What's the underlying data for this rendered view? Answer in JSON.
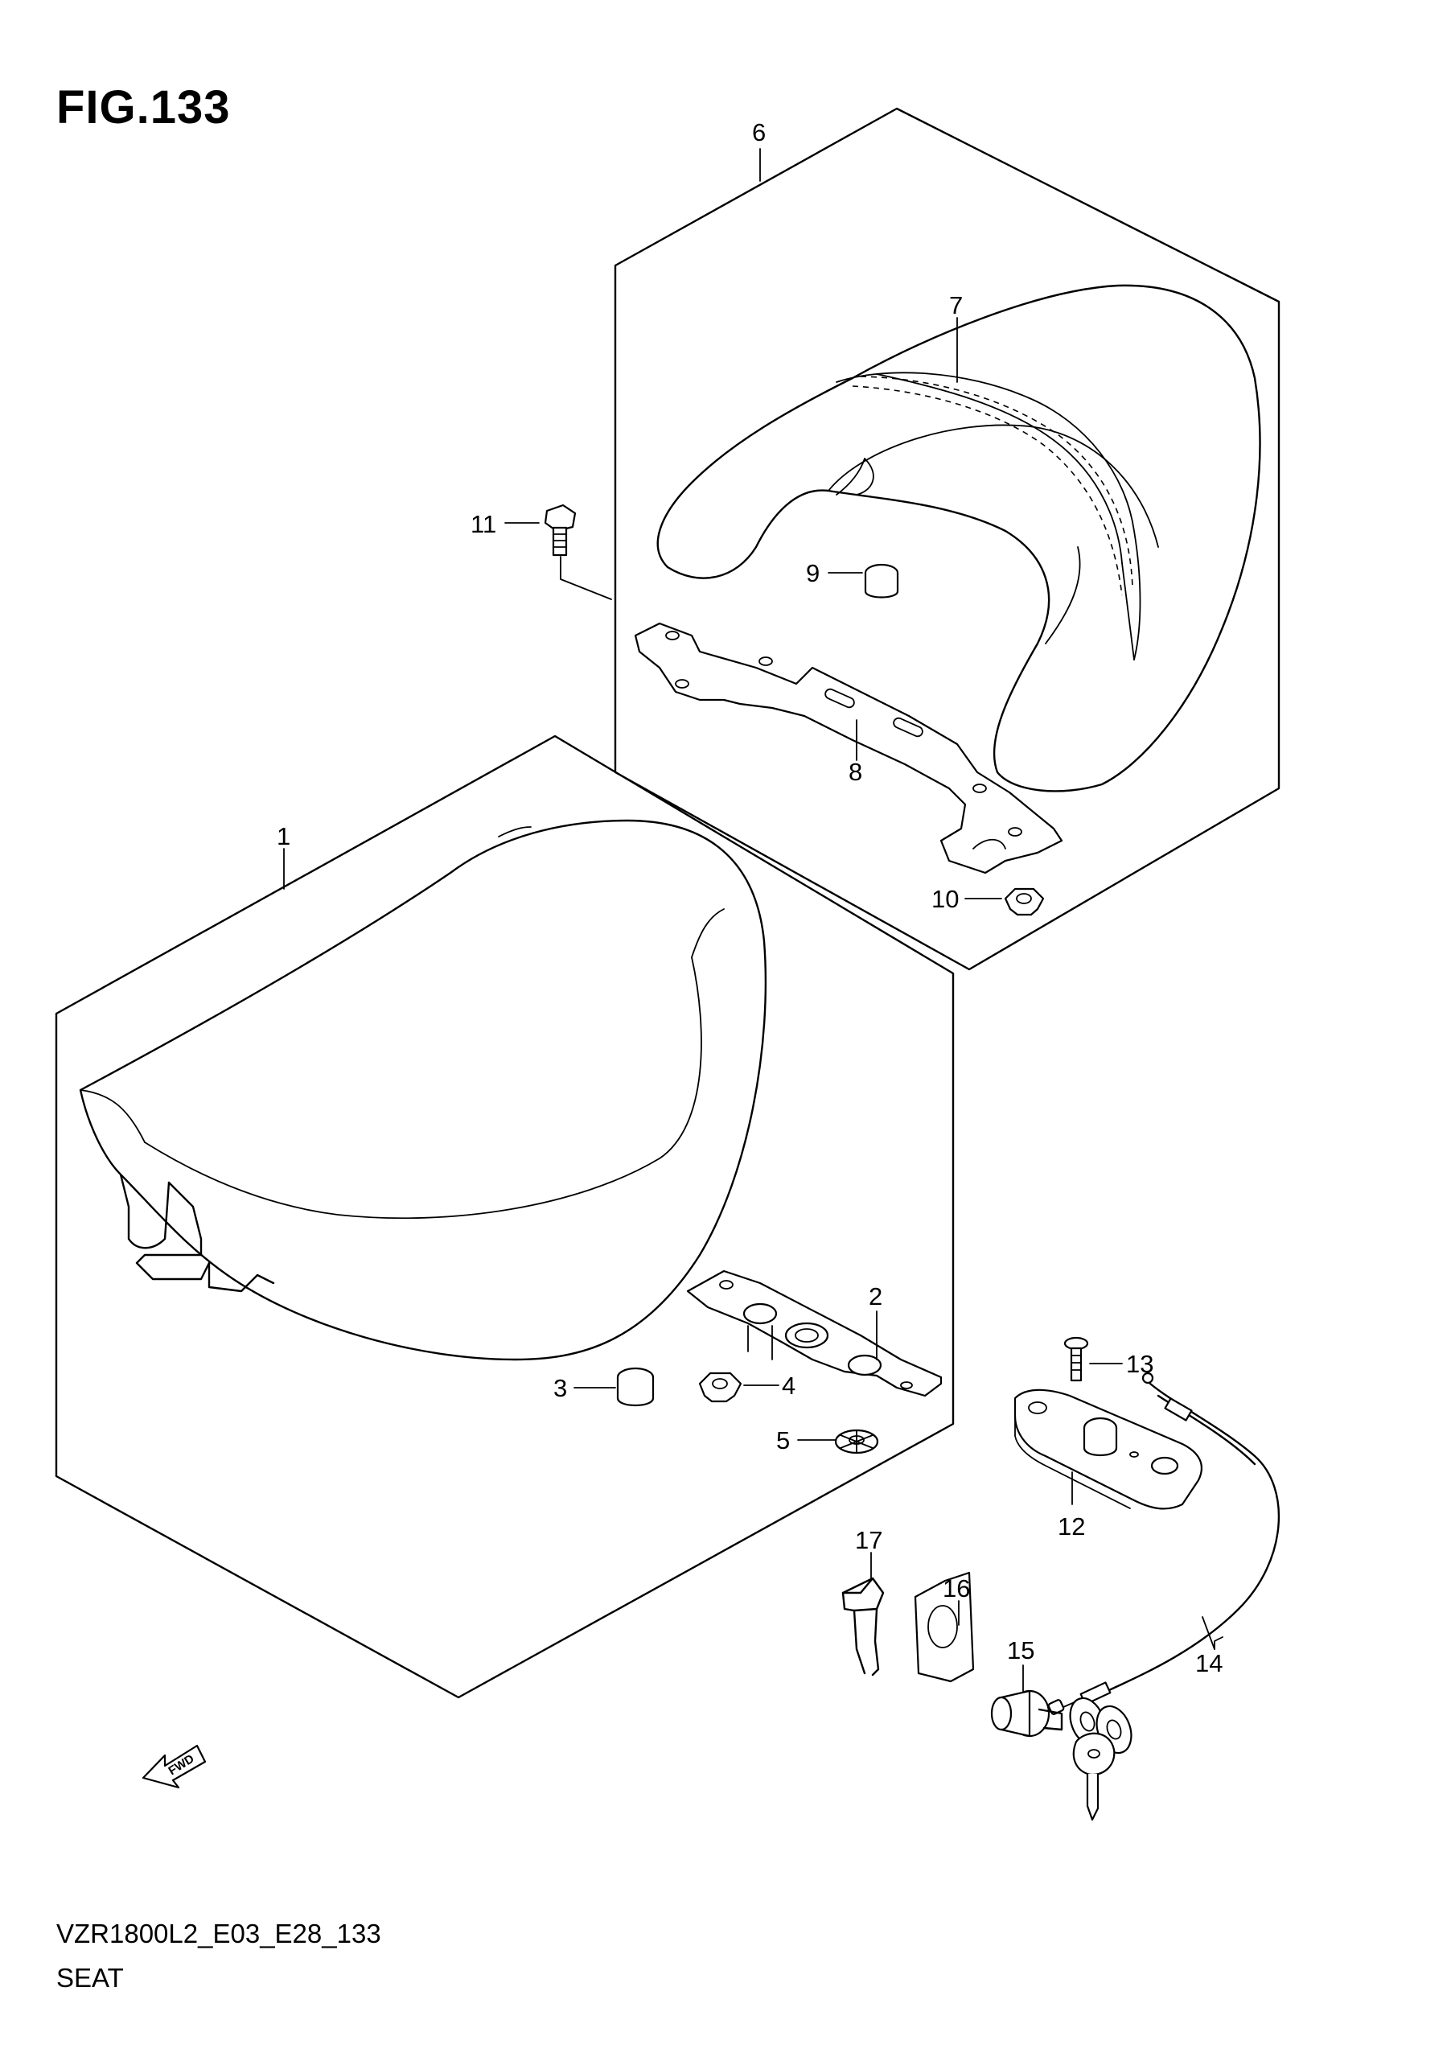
{
  "figure": {
    "title": "FIG.133",
    "code": "VZR1800L2_E03_E28_133",
    "name": "SEAT"
  },
  "callouts": [
    "1",
    "2",
    "3",
    "4",
    "5",
    "6",
    "7",
    "8",
    "9",
    "10",
    "11",
    "12",
    "13",
    "14",
    "15",
    "16",
    "17"
  ],
  "fwd_label": "FWD"
}
